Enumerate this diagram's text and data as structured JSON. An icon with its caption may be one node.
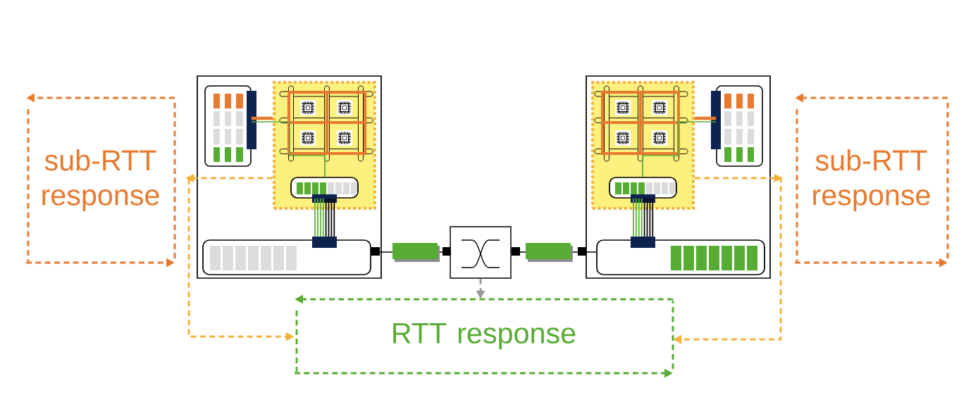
{
  "diagram": {
    "nodes": [
      {
        "text": [],
        "shape": "box"
      },
      {
        "text": [],
        "shape": "box",
        "in": 0
      },
      {
        "text": [],
        "shape": "box",
        "in": 0
      },
      {
        "text": [],
        "shape": "box",
        "in": 2
      },
      {
        "text": [],
        "shape": "box",
        "in": 0
      },
      {
        "text": [],
        "shape": "box"
      },
      {
        "text": [],
        "shape": "box"
      },
      {
        "text": [],
        "shape": "box",
        "in": 6
      },
      {
        "text": [],
        "shape": "box",
        "in": 7
      },
      {
        "text": [],
        "shape": "box",
        "in": 6
      },
      {
        "text": [],
        "shape": "box",
        "in": 6
      },
      {
        "text": [
          "sub-RTT response"
        ]
      },
      {
        "text": [
          "RTT response"
        ]
      },
      {
        "text": [
          "sub-RTT response"
        ]
      }
    ],
    "edges": [
      {
        "from": 1,
        "to": 2,
        "arrow": "none",
        "style": "thick",
        "color": "#e87a2f"
      },
      {
        "from": 1,
        "to": 3,
        "arrow": "none",
        "color": "#57ad34"
      },
      {
        "from": 3,
        "to": 4,
        "arrow": "other"
      },
      {
        "from": 4,
        "to": 5,
        "arrow": "other",
        "color": "#000000"
      },
      {
        "from": 5,
        "to": 10,
        "arrow": "other",
        "color": "#000000"
      },
      {
        "from": 8,
        "to": 10,
        "arrow": "other"
      },
      {
        "from": 9,
        "to": 7,
        "arrow": "none",
        "style": "thick",
        "color": "#e87a2f"
      },
      {
        "from": 9,
        "to": 8,
        "arrow": "none",
        "color": "#57ad34"
      },
      {
        "from": 2,
        "to": 12,
        "arrow": "to",
        "style": "dashed",
        "color": "#f3b23c"
      },
      {
        "from": 7,
        "to": 12,
        "arrow": "to",
        "style": "dashed",
        "color": "#f3b23c"
      },
      {
        "from": 5,
        "to": 12,
        "arrow": "to",
        "style": "dashed",
        "color": "#999999"
      }
    ]
  }
}
